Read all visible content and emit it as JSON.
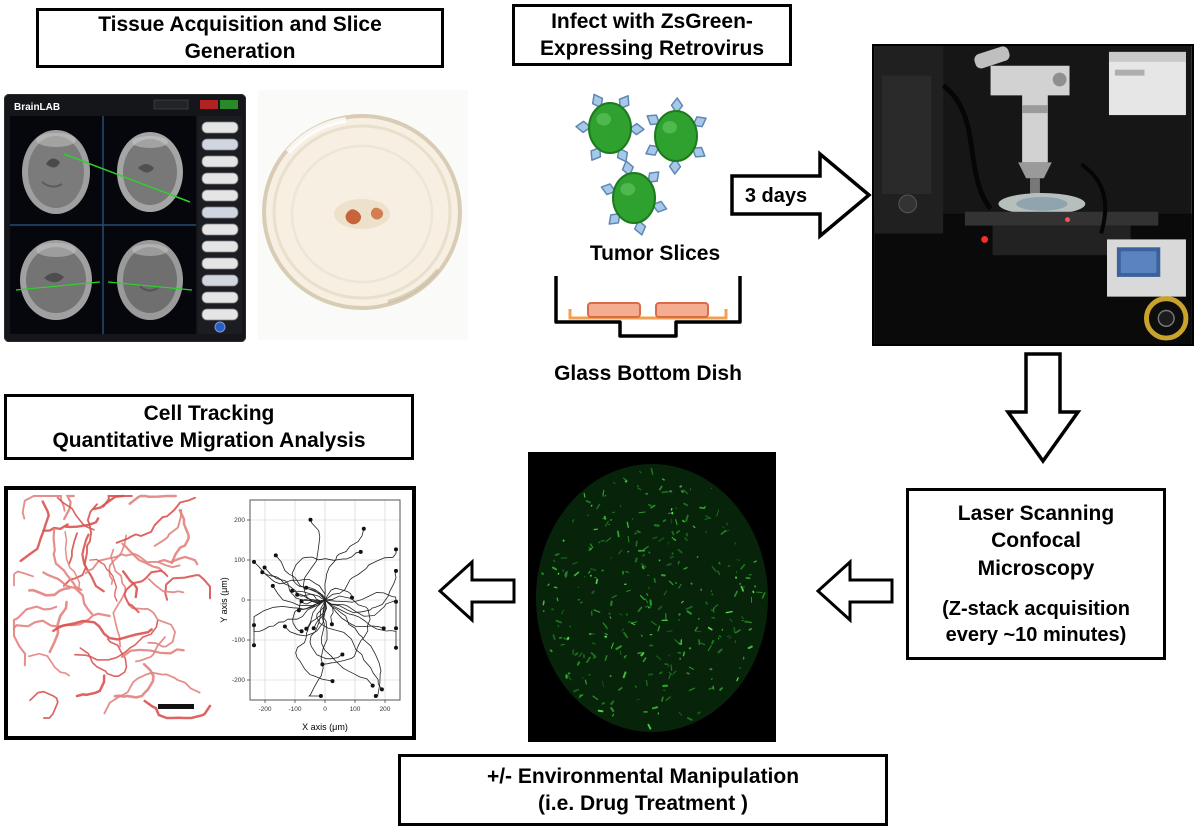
{
  "figure": {
    "step1": {
      "lines": [
        "Tissue Acquisition and Slice",
        "Generation"
      ]
    },
    "step2": {
      "lines": [
        "Infect with ZsGreen-",
        "Expressing Retrovirus"
      ]
    },
    "tumor_slices_label": "Tumor Slices",
    "glass_bottom_label": "Glass Bottom Dish",
    "arrow_label": "3 days",
    "step3": {
      "title_lines": [
        "Laser Scanning",
        "Confocal",
        "Microscopy"
      ],
      "sub_lines": [
        "(Z-stack acquisition",
        "every ~10 minutes)"
      ]
    },
    "step4": {
      "lines": [
        "Cell Tracking",
        "Quantitative Migration Analysis"
      ]
    },
    "step5": {
      "lines": [
        "+/- Environmental Manipulation",
        "(i.e. Drug Treatment )"
      ]
    }
  },
  "brainlab_screen": {
    "brand": "BrainLAB"
  },
  "plot": {
    "xlabel": "X axis (μm)",
    "ylabel": "Y axis (μm)",
    "x_ticks": [
      -200,
      -100,
      0,
      100,
      200
    ],
    "y_ticks": [
      -200,
      -100,
      0,
      100,
      200
    ]
  },
  "colors": {
    "virus_green": "#2ea12e",
    "virus_green_dark": "#1d7a1d",
    "spike_blue": "#a8c8e8",
    "spike_blue_dark": "#5d87b5",
    "slice_salmon": "#f5ad92",
    "slice_outline": "#d96a4a",
    "membrane_orange": "#f0a050",
    "track_red": "#d9534f",
    "track_red_light": "#e2837f",
    "confocal_green_bright": "#55e84f",
    "confocal_green_mid": "#2fae2c",
    "confocal_green_dim": "#1c7a1f"
  }
}
